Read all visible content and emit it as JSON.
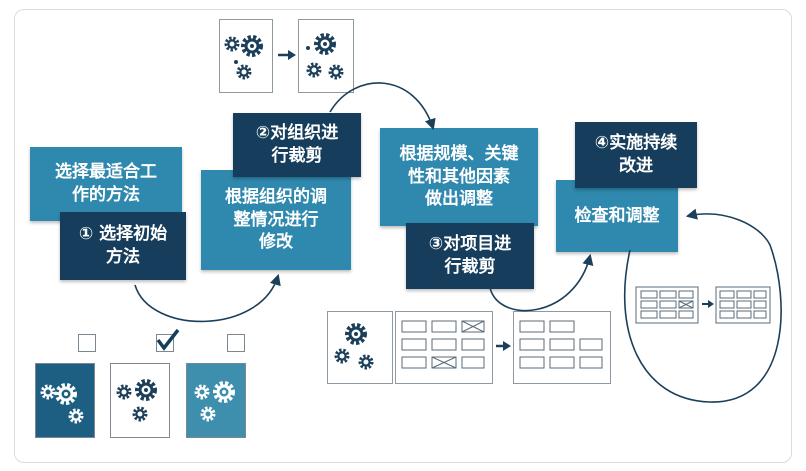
{
  "steps": {
    "step1": {
      "context": "选择最适合工\n作的方法",
      "label": "① 选择初始\n方法"
    },
    "step2": {
      "label": "②对组织进\n行裁剪",
      "context": "根据组织的调\n整情况进行\n修改"
    },
    "step3": {
      "context": "根据规模、关键\n性和其他因素\n做出调整",
      "label": "③对项目进\n行裁剪"
    },
    "step4": {
      "label": "④实施持续\n改进",
      "context": "检查和调整"
    }
  },
  "icons": {
    "gear": "gear-cluster-icon",
    "arrow": "right-arrow-icon",
    "check": "checkmark-icon",
    "grid": "template-grid-icon"
  },
  "colors": {
    "light_box": "#2f88ad",
    "dark_box": "#163e5c",
    "tile_dark": "#1d5f82",
    "tile_mid": "#3e8fad",
    "gear_dark": "#1c3f5a",
    "arrow": "#1c3f5a"
  }
}
